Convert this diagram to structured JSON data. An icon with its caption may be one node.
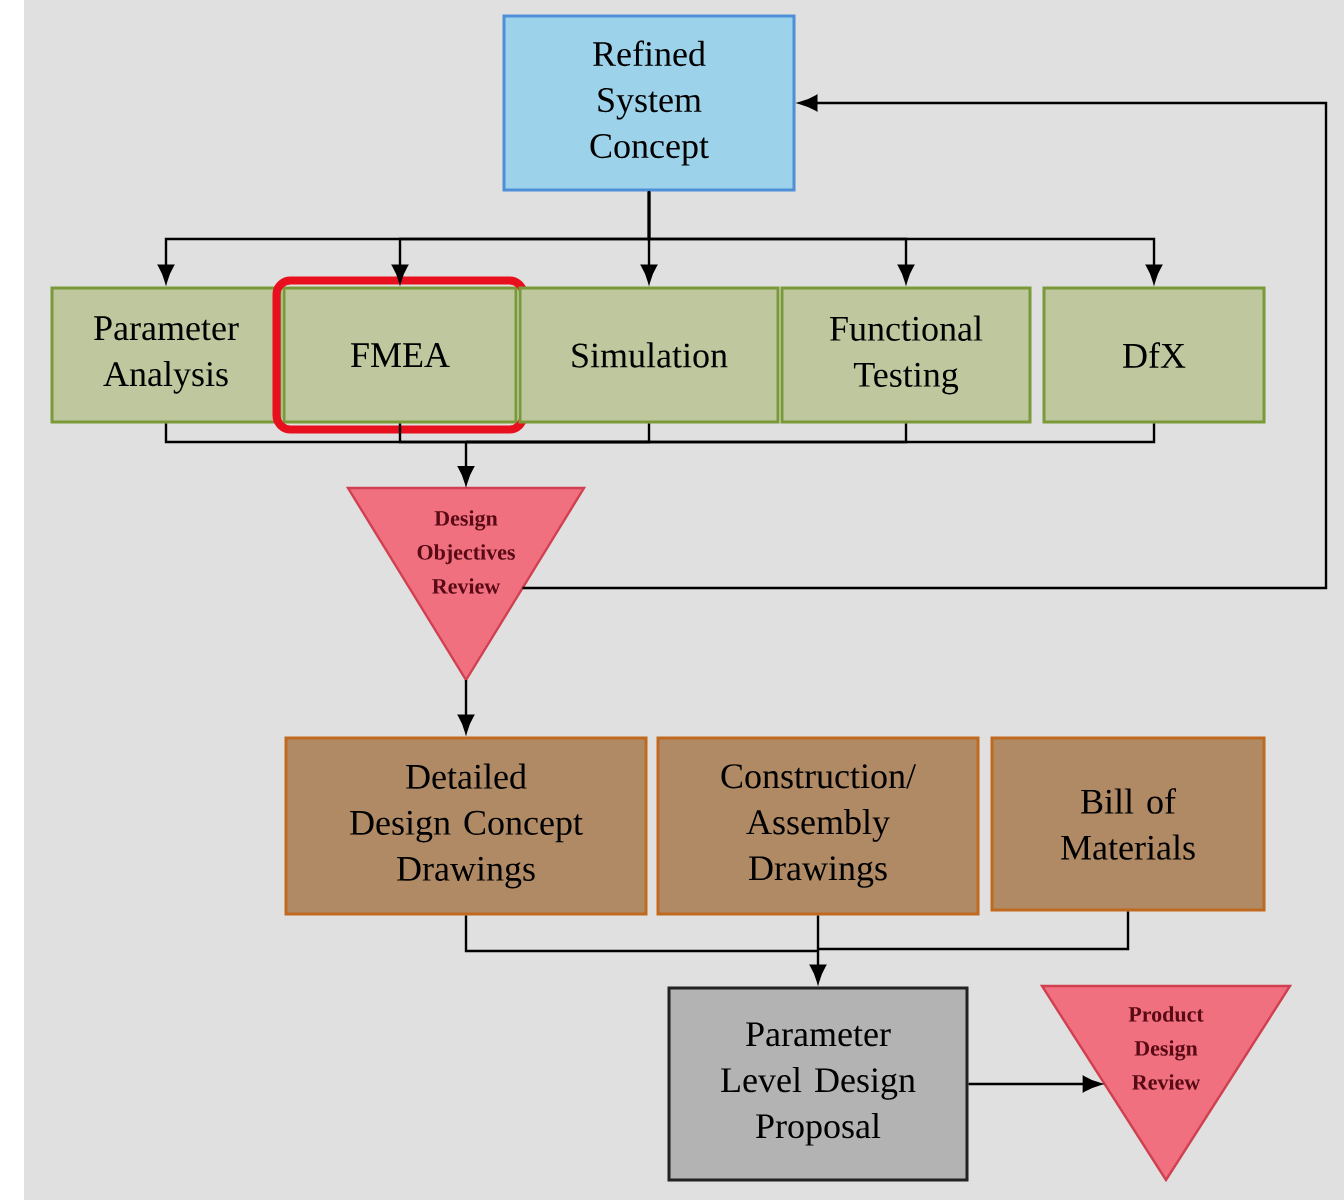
{
  "diagram": {
    "nodes": [
      {
        "text": [
          "Refined System Concept"
        ]
      },
      {
        "text": [
          "Parameter Analysis"
        ]
      },
      {
        "text": [
          "FMEA"
        ]
      },
      {
        "text": [
          "Simulation"
        ]
      },
      {
        "text": [
          "Functional Testing"
        ]
      },
      {
        "text": [
          "DfX"
        ]
      },
      {
        "text": [
          "Design Objectives Review"
        ]
      },
      {
        "text": [
          "Detailed Design Concept Drawings"
        ]
      },
      {
        "text": [
          "Construction/ Assembly Drawings"
        ]
      },
      {
        "text": [
          "Bill of Materials"
        ]
      },
      {
        "text": [
          "Parameter Level Design Proposal"
        ]
      },
      {
        "text": [
          "Product Design Review"
        ]
      }
    ],
    "edges": [
      {
        "from": 0,
        "to": 1,
        "arrow": "to"
      },
      {
        "from": 0,
        "to": 2,
        "arrow": "to"
      },
      {
        "from": 0,
        "to": 3,
        "arrow": "to"
      },
      {
        "from": 0,
        "to": 4,
        "arrow": "to"
      },
      {
        "from": 0,
        "to": 5,
        "arrow": "to"
      },
      {
        "from": 1,
        "to": 6,
        "arrow": "to"
      },
      {
        "from": 2,
        "to": 6,
        "arrow": "to"
      },
      {
        "from": 3,
        "to": 6,
        "arrow": "to"
      },
      {
        "from": 4,
        "to": 6,
        "arrow": "to"
      },
      {
        "from": 5,
        "to": 6,
        "arrow": "to"
      },
      {
        "from": 6,
        "to": 0,
        "arrow": "to"
      },
      {
        "from": 6,
        "to": 7,
        "arrow": "to"
      },
      {
        "from": 7,
        "to": 10,
        "arrow": "to"
      },
      {
        "from": 8,
        "to": 10,
        "arrow": "to"
      },
      {
        "from": 9,
        "to": 10,
        "arrow": "to"
      },
      {
        "from": 10,
        "to": 11,
        "arrow": "to"
      }
    ]
  }
}
